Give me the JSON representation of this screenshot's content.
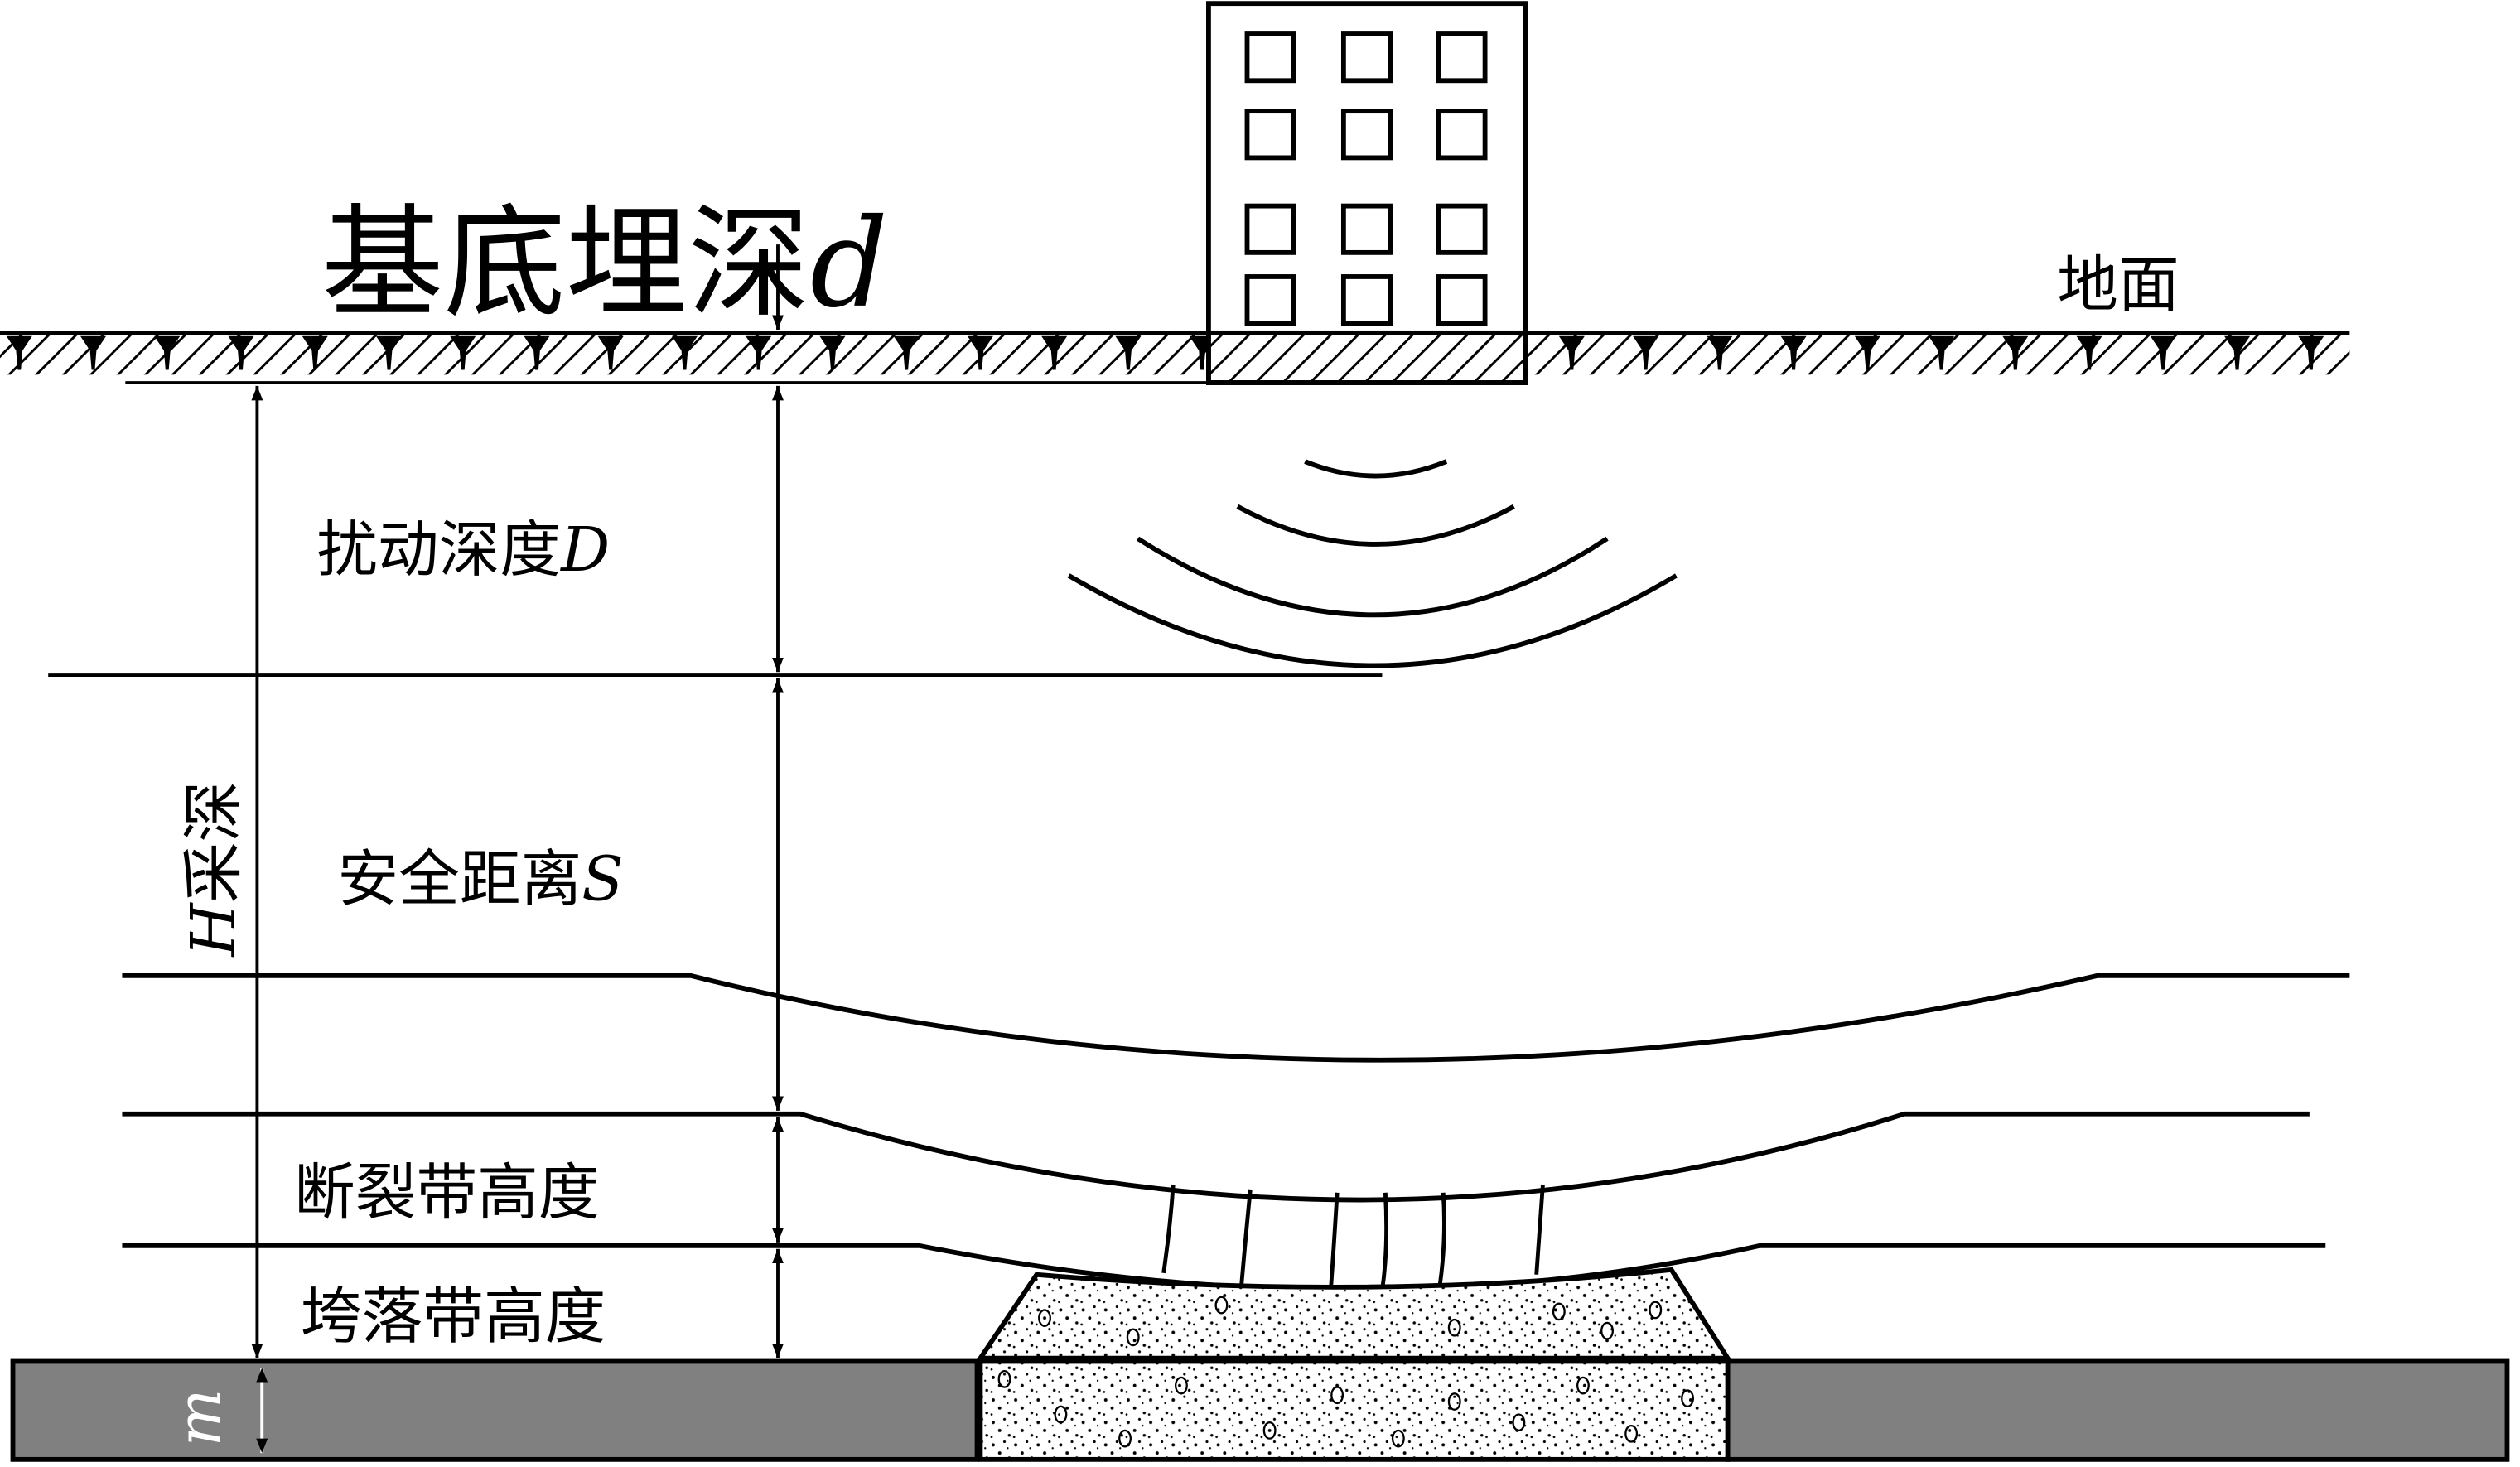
{
  "labels": {
    "foundation_depth": {
      "text": "基底埋深",
      "symbol": "d"
    },
    "ground_surface": "地面",
    "disturbance_depth": {
      "text": "扰动深度",
      "symbol": "D"
    },
    "mining_depth": {
      "symbol": "H",
      "text": "采深"
    },
    "safety_distance": {
      "text": "安全距离",
      "symbol": "S"
    },
    "fracture_zone_height": "断裂带高度",
    "caving_zone_height": "垮落带高度",
    "seam_thickness": {
      "symbol": "m"
    }
  },
  "colors": {
    "line": "#000000",
    "coal_seam": "#808080",
    "goaf_fill": "#ffffff",
    "background": "#ffffff"
  },
  "building": {
    "window_rows": 4,
    "window_cols": 3
  },
  "icons": {
    "ground_hatch": "hatched-ground-symbol",
    "arrows": "double-headed-dimension-arrow",
    "waves": "concentric-disturbance-arcs"
  }
}
